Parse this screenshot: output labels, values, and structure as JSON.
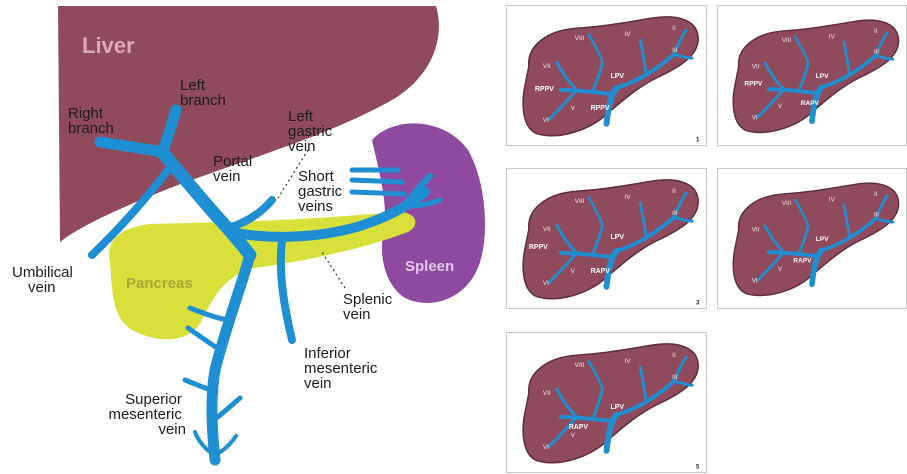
{
  "main": {
    "organs": {
      "liver": "Liver",
      "pancreas": "Pancreas",
      "spleen": "Spleen"
    },
    "labels": {
      "left_branch": [
        "Left",
        "branch"
      ],
      "right_branch": [
        "Right",
        "branch"
      ],
      "portal_vein": [
        "Portal",
        "vein"
      ],
      "left_gastric_vein": [
        "Left",
        "gastric",
        "vein"
      ],
      "short_gastric_veins": [
        "Short",
        "gastric",
        "veins"
      ],
      "umbilical_vein": [
        "Umbilical",
        "vein"
      ],
      "splenic_vein": [
        "Splenic",
        "vein"
      ],
      "inferior_mesenteric_vein": [
        "Inferior",
        "mesenteric",
        "vein"
      ],
      "superior_mesenteric_vein": [
        "Superior",
        "mesenteric",
        "vein"
      ]
    },
    "colors": {
      "liver": "#8f4a5c",
      "pancreas": "#d9e03a",
      "spleen": "#8e4a9e",
      "vein": "#1f8fd3"
    }
  },
  "variants": [
    {
      "number": "1",
      "segments": [
        "VIII",
        "IV",
        "II",
        "III",
        "VII",
        "VI",
        "V"
      ],
      "vein_labels": [
        "RPPV",
        "RPPV",
        "LPV"
      ]
    },
    {
      "number": "",
      "segments": [
        "VIII",
        "IV",
        "II",
        "III",
        "VII",
        "VI",
        "V"
      ],
      "vein_labels": [
        "RPPV",
        "RAPV",
        "LPV"
      ]
    },
    {
      "number": "3",
      "segments": [
        "VIII",
        "IV",
        "II",
        "III",
        "VII",
        "VI",
        "V"
      ],
      "vein_labels": [
        "RPPV",
        "RAPV",
        "LPV"
      ]
    },
    {
      "number": "",
      "segments": [
        "VIII",
        "IV",
        "II",
        "III",
        "VII",
        "VI",
        "V"
      ],
      "vein_labels": [
        "RAPV",
        "LPV"
      ]
    },
    {
      "number": "5",
      "segments": [
        "VIII",
        "IV",
        "II",
        "III",
        "VII",
        "VI",
        "V"
      ],
      "vein_labels": [
        "RAPV",
        "LPV"
      ]
    }
  ]
}
